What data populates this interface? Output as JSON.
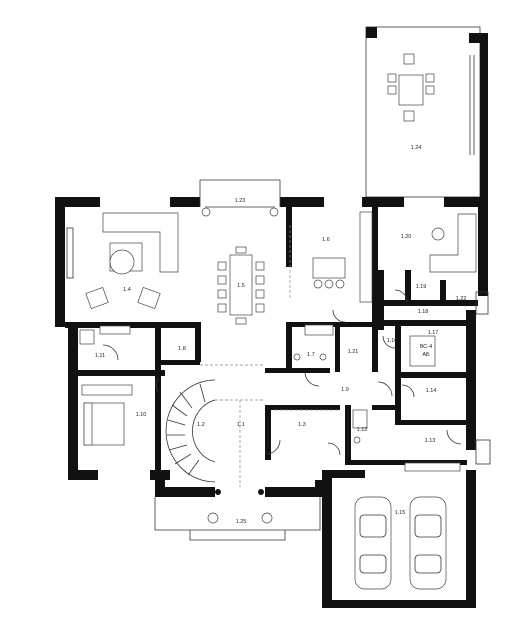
{
  "rooms": [
    {
      "id": "r1_1",
      "label": "1.1"
    },
    {
      "id": "r1_2",
      "label": "1.2"
    },
    {
      "id": "r1_3",
      "label": "1.3"
    },
    {
      "id": "r1_4",
      "label": "1.4"
    },
    {
      "id": "r1_5",
      "label": "1.5"
    },
    {
      "id": "r1_6",
      "label": "1.6"
    },
    {
      "id": "r1_7",
      "label": "1.7"
    },
    {
      "id": "r1_8",
      "label": "1.8"
    },
    {
      "id": "r1_9",
      "label": "1.9"
    },
    {
      "id": "r1_10",
      "label": "1.10"
    },
    {
      "id": "r1_11",
      "label": "1.11"
    },
    {
      "id": "r1_12",
      "label": "1.12"
    },
    {
      "id": "r1_13",
      "label": "1.13"
    },
    {
      "id": "r1_14",
      "label": "1.14"
    },
    {
      "id": "r1_15",
      "label": "1.15"
    },
    {
      "id": "r1_16",
      "label": "1.16"
    },
    {
      "id": "r1_17",
      "label": "1.17"
    },
    {
      "id": "r1_18",
      "label": "1.18"
    },
    {
      "id": "r1_19",
      "label": "1.19"
    },
    {
      "id": "r1_20",
      "label": "1.20"
    },
    {
      "id": "r1_21",
      "label": "1.21"
    },
    {
      "id": "r1_22",
      "label": "1.22"
    },
    {
      "id": "r1_23",
      "label": "1.23"
    },
    {
      "id": "r1_24",
      "label": "1.24"
    },
    {
      "id": "r1_25",
      "label": "1.25"
    }
  ],
  "equipment": {
    "boiler_label_1": "ВС-4",
    "boiler_label_2": "АБ"
  },
  "colors": {
    "wall": "#111111",
    "line": "#333333",
    "background": "#ffffff"
  }
}
